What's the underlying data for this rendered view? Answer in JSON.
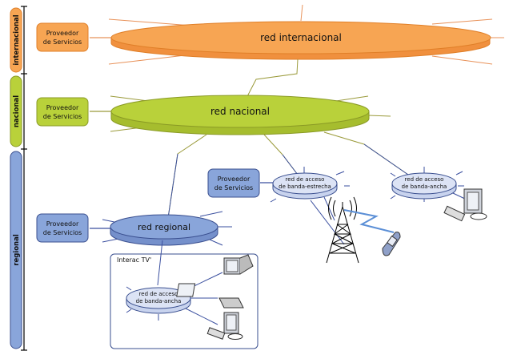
{
  "levels": [
    {
      "id": "internacional",
      "label": "internacional",
      "color": "#F7A553",
      "stroke": "#E07F28"
    },
    {
      "id": "nacional",
      "label": "nacional",
      "color": "#B9D13A",
      "stroke": "#8A9A25"
    },
    {
      "id": "regional",
      "label": "regional",
      "color": "#89A5DA",
      "stroke": "#3A4F8F"
    }
  ],
  "providers": {
    "internacional": "Proveedor de Servicios",
    "nacional": "Proveedor de Servicios",
    "regional": "Proveedor de Servicios",
    "narrowband": "Proveedor de Servicios"
  },
  "provider_lines": [
    "Proveedor",
    "de Servicios"
  ],
  "networks": {
    "internacional": "red internacional",
    "nacional": "red nacional",
    "regional": "red regional",
    "narrowband_line1": "red de acceso",
    "narrowband_line2": "de banda-estrecha",
    "broadband_line1": "red de acceso",
    "broadband_line2": "de banda-ancha",
    "tv_broadband_line1": "red de acceso",
    "tv_broadband_line2": "de banda-ancha"
  },
  "interac_tv": "Interac TV'",
  "colors": {
    "access_fill": "#DCE3F5",
    "access_stroke": "#3A4F8F",
    "line_orange": "#E8925A",
    "line_green": "#9A9A3A",
    "line_blue": "#3A4F9F"
  }
}
